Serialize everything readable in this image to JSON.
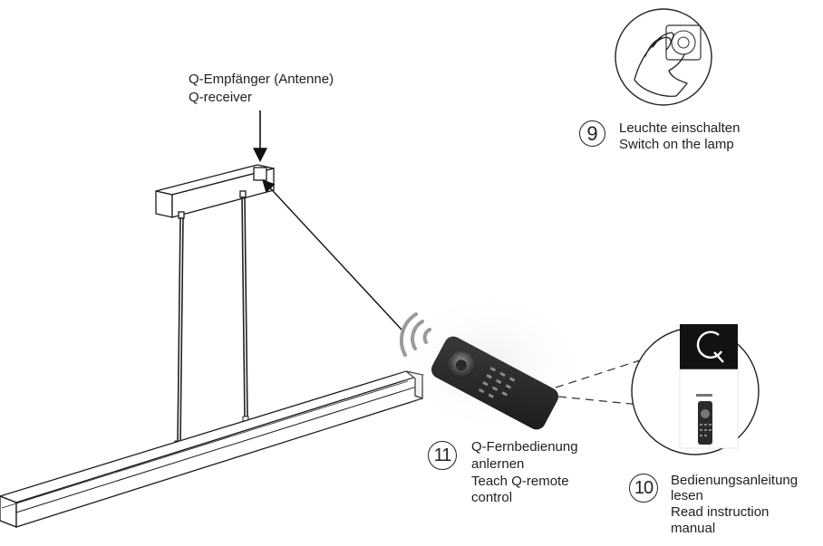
{
  "receiver": {
    "label_de": "Q-Empfänger (Antenne)",
    "label_en": "Q-receiver"
  },
  "steps": [
    {
      "number": "9",
      "text_de": "Leuchte einschalten",
      "text_en": "Switch on the lamp",
      "icon": "hand-pressing-wall-switch-icon"
    },
    {
      "number": "10",
      "text_de": "Bedienungsanleitung",
      "text_de_2": "lesen",
      "text_en": "Read instruction",
      "text_en_2": "manual",
      "icon": "instruction-manual-booklet-icon"
    },
    {
      "number": "11",
      "text_de": "Q-Fernbedienung",
      "text_de_2": "anlernen",
      "text_en": "Teach Q-remote",
      "text_en_2": "control",
      "icon": "q-remote-control-icon"
    }
  ]
}
